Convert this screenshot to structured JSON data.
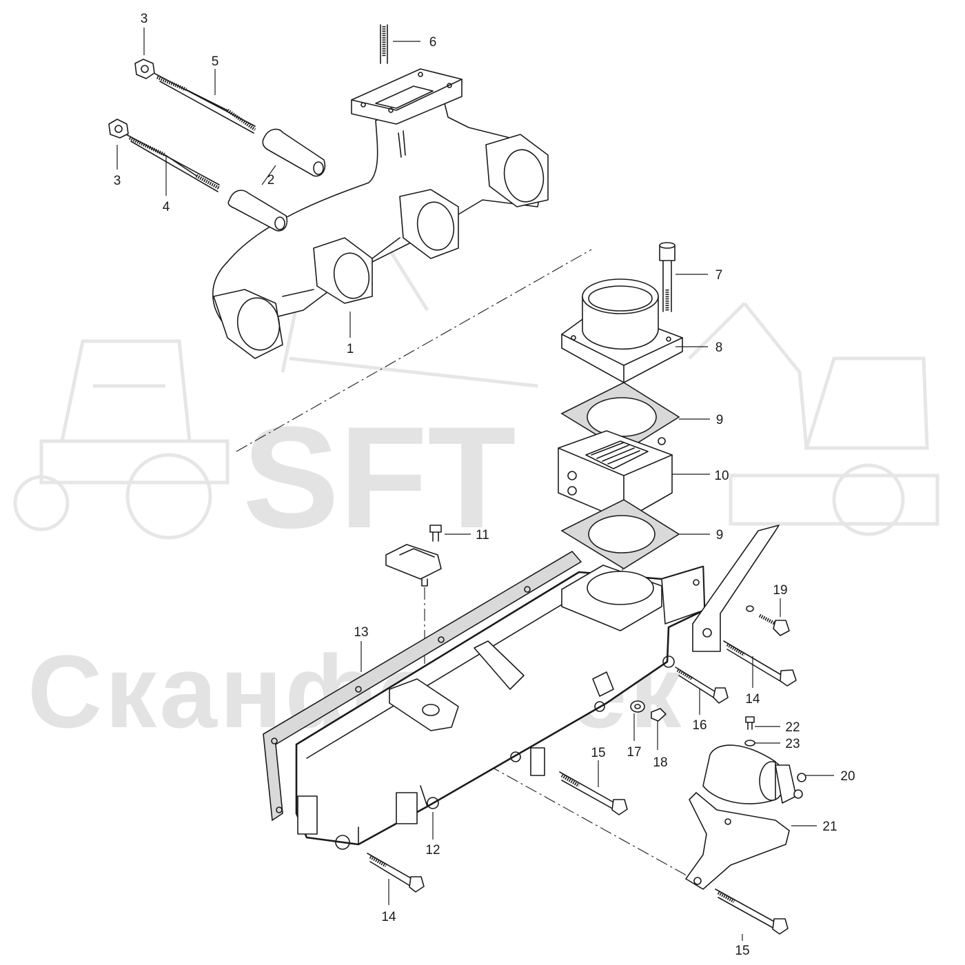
{
  "watermark": {
    "brand": "SFT",
    "company": "СканфорТек",
    "color": "#e3e3e3"
  },
  "callouts": [
    {
      "id": "c3a",
      "label": "3"
    },
    {
      "id": "c5",
      "label": "5"
    },
    {
      "id": "c6",
      "label": "6"
    },
    {
      "id": "c3b",
      "label": "3"
    },
    {
      "id": "c4",
      "label": "4"
    },
    {
      "id": "c2",
      "label": "2"
    },
    {
      "id": "c1",
      "label": "1"
    },
    {
      "id": "c7",
      "label": "7"
    },
    {
      "id": "c8",
      "label": "8"
    },
    {
      "id": "c9a",
      "label": "9"
    },
    {
      "id": "c10",
      "label": "10"
    },
    {
      "id": "c9b",
      "label": "9"
    },
    {
      "id": "c11",
      "label": "11"
    },
    {
      "id": "c13",
      "label": "13"
    },
    {
      "id": "c19",
      "label": "19"
    },
    {
      "id": "c14a",
      "label": "14"
    },
    {
      "id": "c16",
      "label": "16"
    },
    {
      "id": "c17",
      "label": "17"
    },
    {
      "id": "c18",
      "label": "18"
    },
    {
      "id": "c15a",
      "label": "15"
    },
    {
      "id": "c22",
      "label": "22"
    },
    {
      "id": "c23",
      "label": "23"
    },
    {
      "id": "c20",
      "label": "20"
    },
    {
      "id": "c21",
      "label": "21"
    },
    {
      "id": "c12",
      "label": "12"
    },
    {
      "id": "c14b",
      "label": "14"
    },
    {
      "id": "c15b",
      "label": "15"
    }
  ]
}
